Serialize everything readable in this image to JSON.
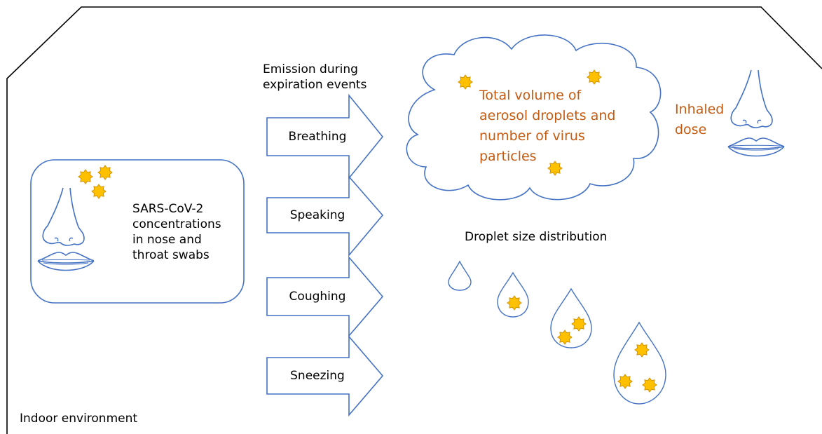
{
  "emission_heading": [
    "Emission during",
    "expiration events"
  ],
  "expiration_events": [
    "Breathing",
    "Speaking",
    "Coughing",
    "Sneezing"
  ],
  "source_label": [
    "SARS-CoV-2",
    "concentrations",
    "in nose and",
    "throat swabs"
  ],
  "cloud_label": [
    "Total volume of",
    "aerosol droplets and",
    "number of virus",
    "particles"
  ],
  "inhaled_label": [
    "Inhaled",
    "dose"
  ],
  "droplet_label": "Droplet size distribution",
  "environment_label": "Indoor environment",
  "colors": {
    "outline_blue": "#4472c4",
    "virus_fill": "#ffc000",
    "virus_stroke": "#d29200",
    "highlight_text": "#c55a11",
    "boundary": "#000000"
  }
}
